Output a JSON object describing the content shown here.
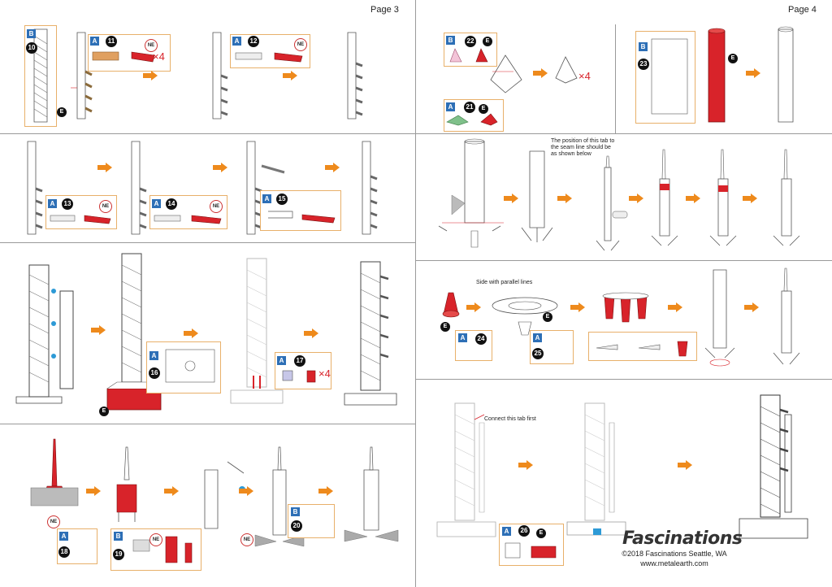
{
  "pages": {
    "left_label": "Page 3",
    "right_label": "Page 4"
  },
  "labels": {
    "tag_a": "A",
    "tag_b": "B",
    "e": "E",
    "ne": "NE",
    "x4": "×4"
  },
  "steps": [
    "10",
    "11",
    "12",
    "13",
    "14",
    "15",
    "16",
    "17",
    "18",
    "19",
    "20",
    "22",
    "23",
    "24",
    "25",
    "26",
    "21"
  ],
  "notes": {
    "seam": "The position of this tab to the seam line should be as shown below",
    "parallel": "Side with parallel lines",
    "connect": "Connect this tab first"
  },
  "brand": {
    "name": "Fascinations",
    "copyright": "©2018 Fascinations Seattle, WA",
    "url": "www.metalearth.com"
  },
  "colors": {
    "accent": "#ee8a1c",
    "part_red": "#d8232a",
    "tag_blue": "#2d6fb6",
    "box_border": "#e8b06a"
  }
}
